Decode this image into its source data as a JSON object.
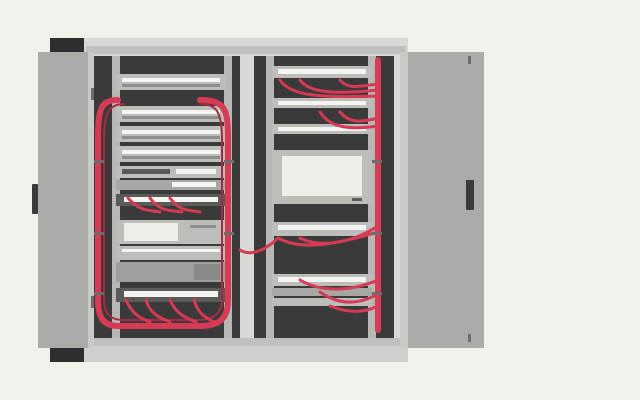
{
  "colors": {
    "background": "#f1f1ec",
    "cabinet_body": "#c4c5c0",
    "cabinet_frame": "#d8d9d4",
    "door": "#a9aba6",
    "door_edge": "#c9cac5",
    "rack_interior": "#3a3a3a",
    "rail": "#b7b8b3",
    "device": "#bdbeb9",
    "device_dark": "#5a5b58",
    "port": "#f4f4f1",
    "cable": "#d63a55",
    "cable_dark": "#a82a42",
    "screen": "#efefea",
    "shadow": "#2e2e2e"
  },
  "scene": {
    "subject": "network-server-cabinet",
    "doors": 2,
    "racks": 2,
    "icons": [
      "door-hinge-icon",
      "door-handle-icon"
    ]
  }
}
